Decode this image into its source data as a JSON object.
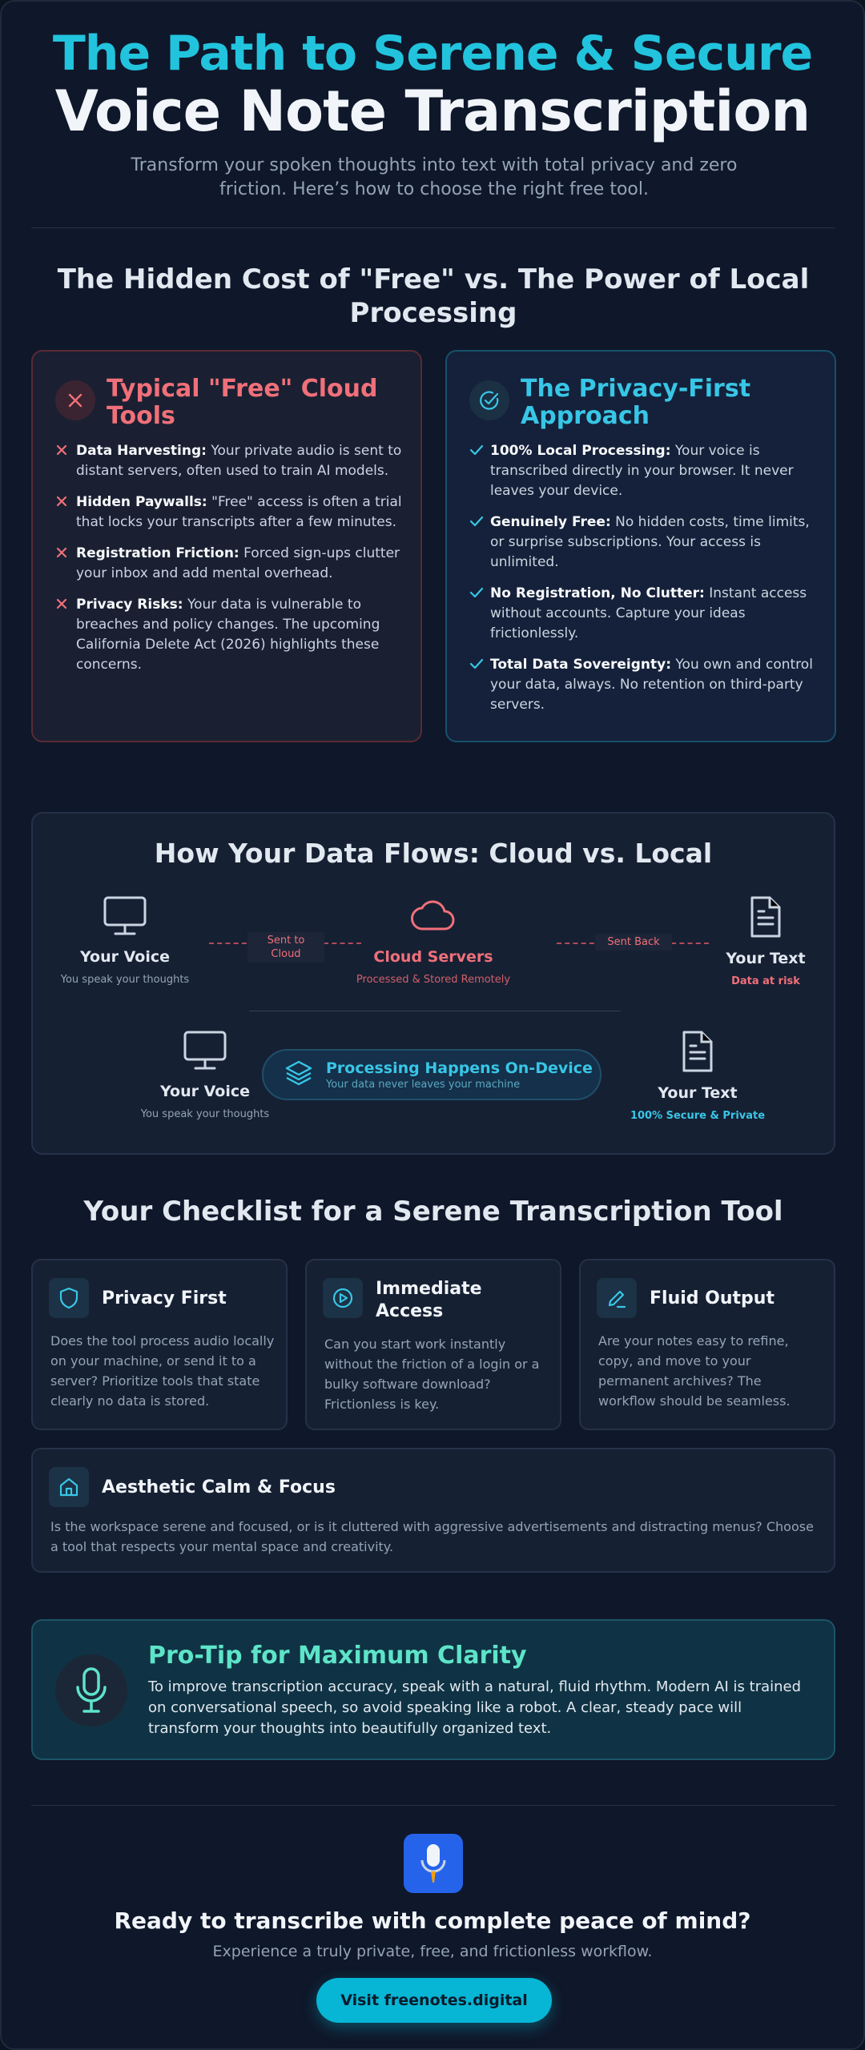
{
  "hero": {
    "title_top": "The Path to Serene & Secure",
    "title_main": "Voice Note Transcription",
    "subtitle": "Transform your spoken thoughts into text with total privacy and zero friction. Here’s how to choose the right free tool."
  },
  "comparison": {
    "heading": "The Hidden Cost of \"Free\" vs. The Power of Local Processing",
    "cloud": {
      "title": "Typical \"Free\" Cloud Tools",
      "icon": "x-icon",
      "items": [
        {
          "label": "Data Harvesting:",
          "text": "Your private audio is sent to distant servers, often used to train AI models."
        },
        {
          "label": "Hidden Paywalls:",
          "text": "\"Free\" access is often a trial that locks your transcripts after a few minutes."
        },
        {
          "label": "Registration Friction:",
          "text": "Forced sign-ups clutter your inbox and add mental overhead."
        },
        {
          "label": "Privacy Risks:",
          "text": "Your data is vulnerable to breaches and policy changes. The upcoming California Delete Act (2026) highlights these concerns."
        }
      ]
    },
    "local": {
      "title": "The Privacy-First Approach",
      "icon": "check-circle-icon",
      "items": [
        {
          "label": "100% Local Processing:",
          "text": "Your voice is transcribed directly in your browser. It never leaves your device."
        },
        {
          "label": "Genuinely Free:",
          "text": "No hidden costs, time limits, or surprise subscriptions. Your access is unlimited."
        },
        {
          "label": "No Registration, No Clutter:",
          "text": "Instant access without accounts. Capture your ideas frictionlessly."
        },
        {
          "label": "Total Data Sovereignty:",
          "text": "You own and control your data, always. No retention on third-party servers."
        }
      ]
    }
  },
  "flow": {
    "title": "How Your Data Flows: Cloud vs. Local",
    "cloud_row": {
      "voice_name": "Your Voice",
      "voice_desc": "You speak your thoughts",
      "arrow1": "Sent to\nCloud",
      "server_name": "Cloud Servers",
      "server_desc": "Processed & Stored Remotely",
      "arrow2": "Sent Back",
      "text_name": "Your Text",
      "text_desc": "Data at risk"
    },
    "local_row": {
      "voice_name": "Your Voice",
      "voice_desc": "You speak your thoughts",
      "pill_title": "Processing Happens On-Device",
      "pill_sub": "Your data never leaves your machine",
      "text_name": "Your Text",
      "text_desc": "100% Secure & Private"
    }
  },
  "checklist": {
    "heading": "Your Checklist for a Serene Transcription Tool",
    "items": [
      {
        "title": "Privacy First",
        "icon": "shield-icon",
        "text": "Does the tool process audio locally on your machine, or send it to a server? Prioritize tools that state clearly no data is stored."
      },
      {
        "title": "Immediate Access",
        "icon": "play-circle-icon",
        "text": "Can you start work instantly without the friction of a login or a bulky software download? Frictionless is key."
      },
      {
        "title": "Fluid Output",
        "icon": "pen-icon",
        "text": "Are your notes easy to refine, copy, and move to your permanent archives? The workflow should be seamless."
      },
      {
        "title": "Aesthetic Calm & Focus",
        "icon": "home-icon",
        "text": "Is the workspace serene and focused, or is it cluttered with aggressive advertisements and distracting menus? Choose a tool that respects your mental space and creativity."
      }
    ]
  },
  "tip": {
    "title": "Pro-Tip for Maximum Clarity",
    "text": "To improve transcription accuracy, speak with a natural, fluid rhythm. Modern AI is trained on conversational speech, so avoid speaking like a robot. A clear, steady pace will transform your thoughts into beautifully organized text."
  },
  "cta": {
    "title": "Ready to transcribe with complete peace of mind?",
    "subtitle": "Experience a truly private, free, and frictionless workflow.",
    "button": "Visit freenotes.digital"
  },
  "colors": {
    "accent": "#22c3dd",
    "danger": "#f0707a",
    "mint": "#5ee4c8",
    "background": "#0f172a"
  }
}
